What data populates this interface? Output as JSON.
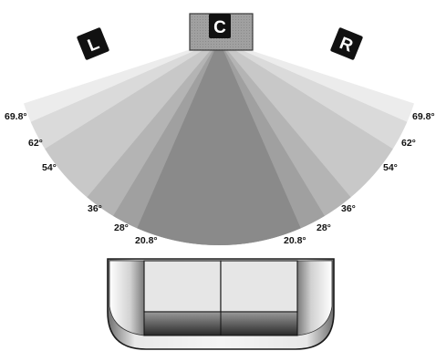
{
  "speakers": {
    "center": "C",
    "left": "L",
    "right": "R"
  },
  "angles": {
    "left": [
      "69.8°",
      "62°",
      "54°",
      "36°",
      "28°",
      "20.8°"
    ],
    "right": [
      "69.8°",
      "62°",
      "54°",
      "36°",
      "28°",
      "20.8°"
    ]
  },
  "colors": {
    "speaker": "#111111",
    "center_cabinet": "#a8a8a8",
    "fan_shades": [
      "#ececec",
      "#dadada",
      "#c8c8c8",
      "#b4b4b4",
      "#a0a0a0",
      "#8a8a8a"
    ],
    "sofa": "#d9d9d9"
  }
}
